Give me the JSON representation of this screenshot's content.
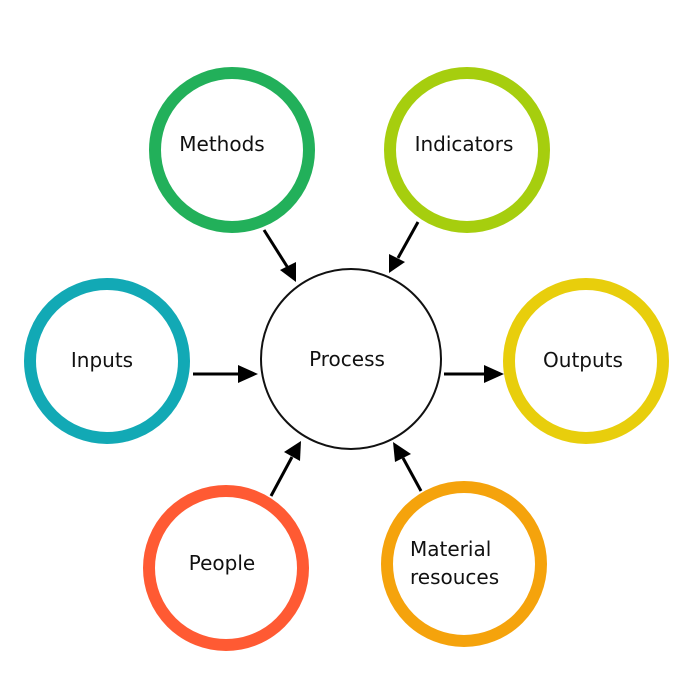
{
  "diagram": {
    "center": {
      "label": "Process",
      "color": "#111111"
    },
    "nodes": {
      "methods": {
        "label": "Methods",
        "color": "#22B05A"
      },
      "indicators": {
        "label": "Indicators",
        "color": "#A6CE0E"
      },
      "inputs": {
        "label": "Inputs",
        "color": "#12A9B5"
      },
      "outputs": {
        "label": "Outputs",
        "color": "#E8CE0C"
      },
      "people": {
        "label": "People",
        "color": "#FF5A33"
      },
      "material": {
        "label_line1": "Material",
        "label_line2": "resouces",
        "color": "#F5A30C"
      }
    },
    "arrow_color": "#000000"
  }
}
